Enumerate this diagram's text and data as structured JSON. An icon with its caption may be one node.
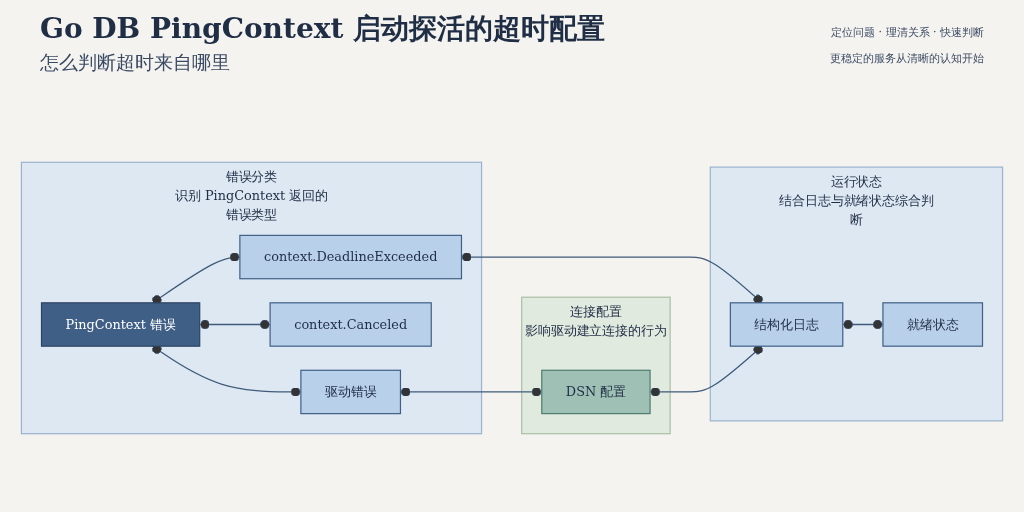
{
  "diagram": {
    "title": "Go DB PingContext 启动探活的超时配置",
    "nodes": [
      {
        "text": [
          "错误分类",
          "识别 PingContext 返回的错误类型"
        ]
      },
      {
        "text": [
          "连接配置",
          "影响驱动建立连接的行为"
        ]
      },
      {
        "text": [
          "运行状态",
          "结合日志与就绪状态综合判断"
        ]
      },
      {
        "text": [
          "PingContext 错误"
        ],
        "in": 0
      },
      {
        "text": [
          "context.DeadlineExceeded"
        ],
        "in": 0
      },
      {
        "text": [
          "context.Canceled"
        ],
        "in": 0
      },
      {
        "text": [
          "驱动错误"
        ],
        "in": 0
      },
      {
        "text": [
          "DSN 配置"
        ],
        "in": 1
      },
      {
        "text": [
          "结构化日志"
        ],
        "in": 2
      },
      {
        "text": [
          "就绪状态"
        ],
        "in": 2
      }
    ],
    "edges": [
      {
        "from": 3,
        "to": 4,
        "arrow": "other"
      },
      {
        "from": 3,
        "to": 5,
        "arrow": "other"
      },
      {
        "from": 3,
        "to": 6,
        "arrow": "other"
      },
      {
        "from": 4,
        "to": 8,
        "arrow": "other"
      },
      {
        "from": 6,
        "to": 7,
        "arrow": "other"
      },
      {
        "from": 7,
        "to": 8,
        "arrow": "other"
      },
      {
        "from": 8,
        "to": 9,
        "arrow": "other"
      }
    ],
    "labels": [
      "怎么判断超时来自哪里",
      "定位问题 · 理清关系 · 快速判断",
      "更稳定的服务从清晰的认知开始"
    ]
  }
}
